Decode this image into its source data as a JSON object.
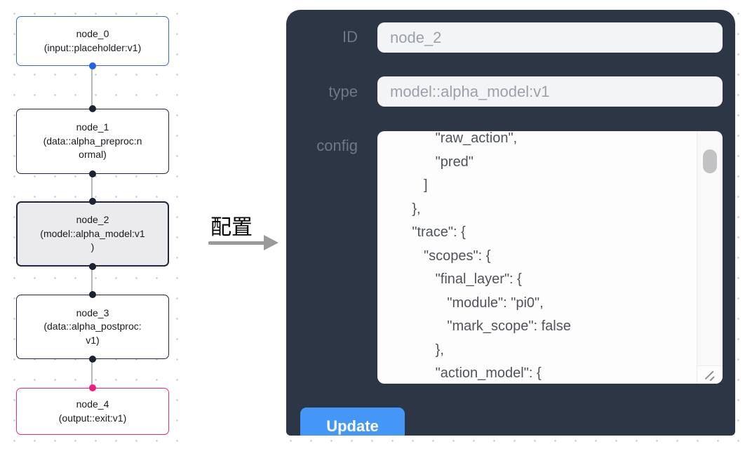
{
  "flow": {
    "nodes": [
      {
        "name": "node_0",
        "type": "(input::placeholder:v1)",
        "kind": "input",
        "selected": false,
        "border_color": "#3a66c8"
      },
      {
        "name": "node_1",
        "type": "(data::alpha_preproc:n\normal)",
        "kind": "data",
        "selected": false,
        "border_color": "#20273a"
      },
      {
        "name": "node_2",
        "type": "(model::alpha_model:v1\n)",
        "kind": "model",
        "selected": true,
        "border_color": "#20273a"
      },
      {
        "name": "node_3",
        "type": "(data::alpha_postproc:\nv1)",
        "kind": "data",
        "selected": false,
        "border_color": "#20273a"
      },
      {
        "name": "node_4",
        "type": "(output::exit:v1)",
        "kind": "output",
        "selected": false,
        "border_color": "#e92a7c"
      }
    ],
    "port_colors": {
      "input": "#2063ea",
      "default": "#1c2330",
      "output": "#f01d7c"
    }
  },
  "arrow": {
    "label": "配置"
  },
  "panel": {
    "id_label": "ID",
    "id_value": "node_2",
    "type_label": "type",
    "type_value": "model::alpha_model:v1",
    "config_label": "config",
    "config_text": "            \"raw_action\",\n            \"pred\"\n         ]\n      },\n      \"trace\": {\n         \"scopes\": {\n            \"final_layer\": {\n               \"module\": \"pi0\",\n               \"mark_scope\": false\n            },\n            \"action_model\": {",
    "update_label": "Update"
  },
  "colors": {
    "panel_bg": "#2d3644",
    "accent_button": "#4497f7",
    "field_bg": "#f3f4f6",
    "selected_node_bg": "#ebebee",
    "edge": "#b5b8bd"
  }
}
